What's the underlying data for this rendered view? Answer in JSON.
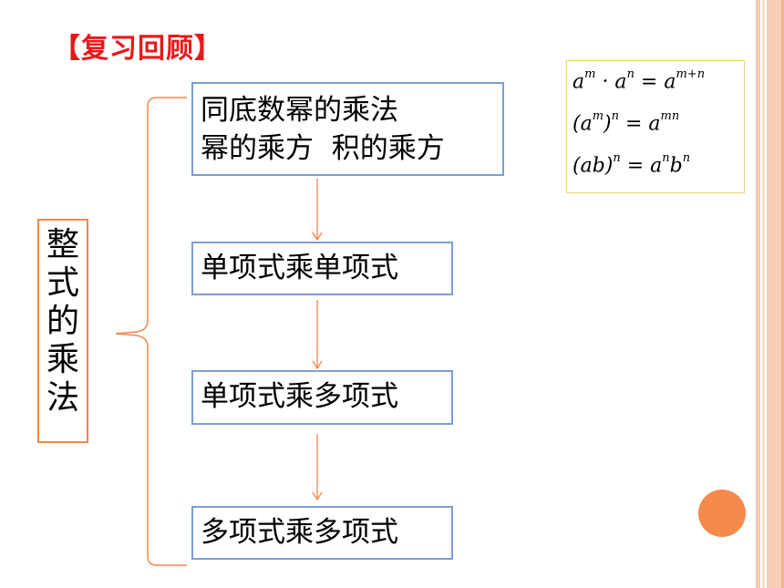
{
  "title": "【复习回顾】",
  "side_label_chars": [
    "整",
    "式",
    "的",
    "乘",
    "法"
  ],
  "boxes": [
    {
      "lines": [
        "同底数幂的乘法",
        "幂的乘方  积的乘方"
      ]
    },
    {
      "lines": [
        "单项式乘单项式"
      ]
    },
    {
      "lines": [
        "单项式乘多项式"
      ]
    },
    {
      "lines": [
        "多项式乘多项式"
      ]
    }
  ],
  "colors": {
    "title": "#e8191b",
    "box_border": "#7d9dd5",
    "side_border": "#f2874e",
    "arrow": "#f2874e",
    "formula_border": "#e8d87a",
    "accent_dot": "#f58a4b",
    "stripe": "#f7c9ae"
  }
}
